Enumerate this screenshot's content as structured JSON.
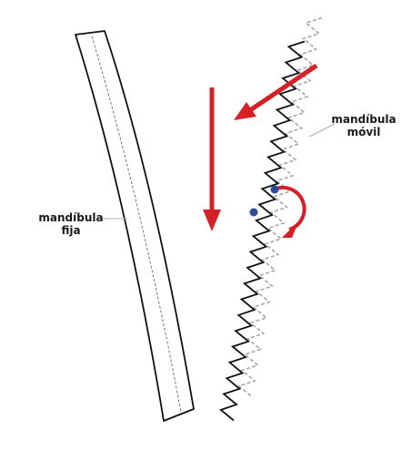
{
  "labels": {
    "fixed_jaw_line1": "mandíbula",
    "fixed_jaw_line2": "fija",
    "moving_jaw_line1": "mandíbula",
    "moving_jaw_line2": "móvil"
  },
  "colors": {
    "arrow": "#d42027",
    "pivot_dot": "#2b4a9b",
    "outline": "#111111",
    "moving_ghost": "#a6a6a6",
    "leader": "#b0b0b0"
  },
  "icons": {
    "vertical_arrow": "down-arrow",
    "diagonal_arrow": "down-left-arrow",
    "rotation": "circular-arrow"
  }
}
